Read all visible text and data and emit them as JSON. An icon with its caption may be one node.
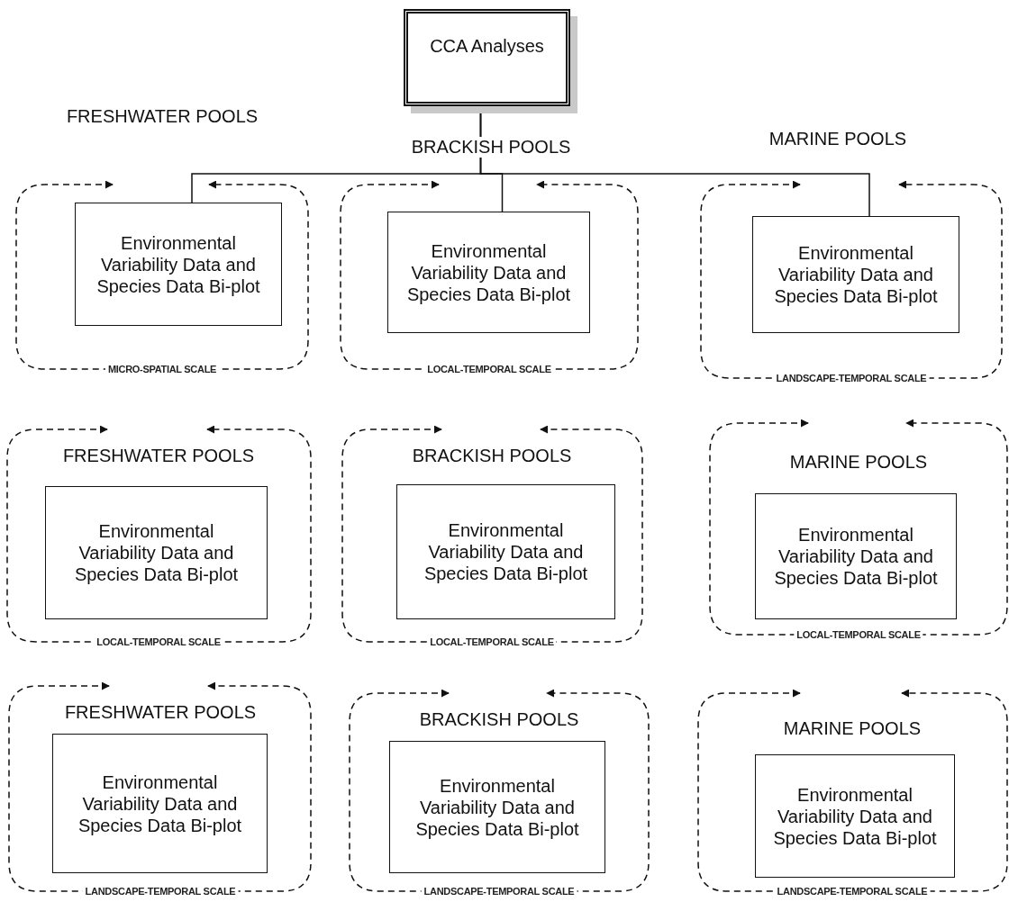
{
  "diagram": {
    "nodes": [
      {
        "text": [
          "CCA Analyses"
        ]
      },
      {
        "text": [
          "Environmental Variability Data and Species Data Bi-plot"
        ]
      },
      {
        "text": [
          "Environmental Variability Data and Species Data Bi-plot"
        ]
      },
      {
        "text": [
          "Environmental Variability Data and Species Data Bi-plot"
        ]
      },
      {
        "text": [
          "Environmental Variability Data and Species Data Bi-plot"
        ]
      },
      {
        "text": [
          "Environmental Variability Data and Species Data Bi-plot"
        ]
      },
      {
        "text": [
          "Environmental Variability Data and Species Data Bi-plot"
        ]
      },
      {
        "text": [
          "Environmental Variability Data and Species Data Bi-plot"
        ]
      },
      {
        "text": [
          "Environmental Variability Data and Species Data Bi-plot"
        ]
      },
      {
        "text": [
          "Environmental Variability Data and Species Data Bi-plot"
        ]
      }
    ],
    "edges": [
      {
        "from": 0,
        "to": 1,
        "arrow": "none"
      },
      {
        "from": 0,
        "to": 2,
        "arrow": "none"
      },
      {
        "from": 0,
        "to": 3,
        "arrow": "none"
      },
      {
        "from": 1,
        "to": 1,
        "arrow": "both",
        "style": "dashed"
      },
      {
        "from": 2,
        "to": 2,
        "arrow": "both",
        "style": "dashed"
      },
      {
        "from": 3,
        "to": 3,
        "arrow": "both",
        "style": "dashed"
      },
      {
        "from": 4,
        "to": 4,
        "arrow": "both",
        "style": "dashed"
      },
      {
        "from": 5,
        "to": 5,
        "arrow": "both",
        "style": "dashed"
      },
      {
        "from": 6,
        "to": 6,
        "arrow": "both",
        "style": "dashed"
      },
      {
        "from": 7,
        "to": 7,
        "arrow": "both",
        "style": "dashed"
      },
      {
        "from": 8,
        "to": 8,
        "arrow": "both",
        "style": "dashed"
      },
      {
        "from": 9,
        "to": 9,
        "arrow": "both",
        "style": "dashed"
      }
    ],
    "labels": [
      "FRESHWATER POOLS",
      "BRACKISH POOLS",
      "MARINE POOLS",
      "MICRO-SPATIAL SCALE",
      "LOCAL-TEMPORAL SCALE",
      "LANDSCAPE-TEMPORAL SCALE",
      "FRESHWATER POOLS",
      "BRACKISH POOLS",
      "MARINE POOLS",
      "LOCAL-TEMPORAL SCALE",
      "LOCAL-TEMPORAL SCALE",
      "LOCAL-TEMPORAL SCALE",
      "FRESHWATER POOLS",
      "BRACKISH POOLS",
      "MARINE POOLS",
      "LANDSCAPE-TEMPORAL SCALE",
      "LANDSCAPE-TEMPORAL SCALE",
      "LANDSCAPE-TEMPORAL SCALE"
    ]
  }
}
